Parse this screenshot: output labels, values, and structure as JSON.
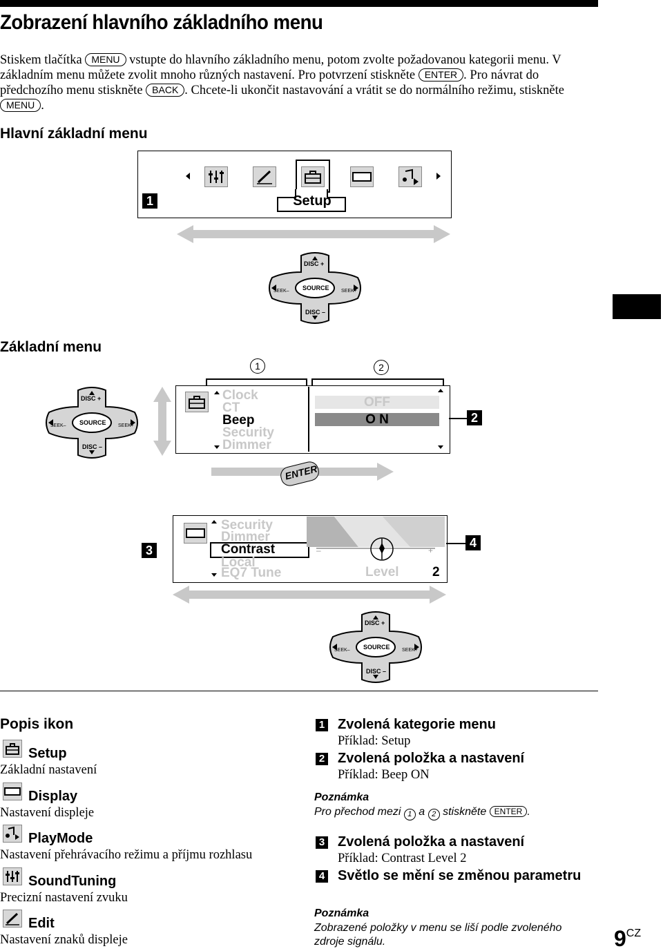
{
  "title": "Zobrazení hlavního základního menu",
  "intro": {
    "p1": "Stiskem tlačítka ",
    "k1": "MENU",
    "p2": " vstupte do hlavního základního menu, potom zvolte požadovanou kategorii menu. V základním menu můžete zvolit mnoho různých nastavení. Pro potvrzení stiskněte ",
    "k2": "ENTER",
    "p3": ". Pro návrat do předchozího menu stiskněte ",
    "k3": "BACK",
    "p4": ". Chcete-li ukončit nastavování a vrátit se do normálního režimu, stiskněte ",
    "k4": "MENU",
    "p5": "."
  },
  "section_main": "Hlavní základní menu",
  "section_basic": "Základní menu",
  "main_screen": {
    "label": "Setup",
    "marker": "1"
  },
  "remote": {
    "disc_plus": "DISC +",
    "disc_minus": "DISC –",
    "source": "SOURCE",
    "seek_minus": "SEEK–",
    "seek_plus": "SEEK+"
  },
  "basic_screen": {
    "marker": "2",
    "circle1": "1",
    "circle2": "2",
    "items": [
      "Clock",
      "CT",
      "Beep",
      "Security",
      "Dimmer"
    ],
    "selected_item": "Beep",
    "options": [
      "OFF",
      "O N"
    ],
    "enter_label": "ENTER"
  },
  "contrast_screen": {
    "marker3": "3",
    "marker4": "4",
    "items": [
      "Security",
      "Dimmer",
      "Contrast",
      "Local",
      "EQ7 Tune"
    ],
    "selected_item": "Contrast",
    "minus": "–",
    "plus": "+",
    "level_label": "Level",
    "level_value": "2"
  },
  "icons_legend": {
    "heading": "Popis ikon",
    "items": [
      {
        "icon": "setup-icon",
        "name": "Setup",
        "desc": "Základní nastavení"
      },
      {
        "icon": "display-icon",
        "name": "Display",
        "desc": "Nastavení displeje"
      },
      {
        "icon": "playmode-icon",
        "name": "PlayMode",
        "desc": "Nastavení přehrávacího režimu a příjmu rozhlasu"
      },
      {
        "icon": "soundtuning-icon",
        "name": "SoundTuning",
        "desc": "Precizní nastavení zvuku"
      },
      {
        "icon": "edit-icon",
        "name": "Edit",
        "desc": "Nastavení znaků displeje"
      }
    ]
  },
  "legend": {
    "l1_num": "1",
    "l1_title": "Zvolená kategorie menu",
    "l1_ex": "Příklad: Setup",
    "l2_num": "2",
    "l2_title": "Zvolená položka a nastavení",
    "l2_ex": "Příklad: Beep ON",
    "note1_h": "Poznámka",
    "note1_a": "Pro přechod mezi ",
    "note1_c1": "1",
    "note1_b": " a ",
    "note1_c2": "2",
    "note1_c": " stiskněte ",
    "note1_key": "ENTER",
    "note1_d": ".",
    "l3_num": "3",
    "l3_title": "Zvolená položka a nastavení",
    "l3_ex": "Příklad: Contrast Level 2",
    "l4_num": "4",
    "l4_title": "Světlo se mění se změnou parametru",
    "note2_h": "Poznámka",
    "note2_t": "Zobrazené položky v menu se liší podle zvoleného zdroje signálu."
  },
  "page_number": "9",
  "page_suffix": "CZ"
}
